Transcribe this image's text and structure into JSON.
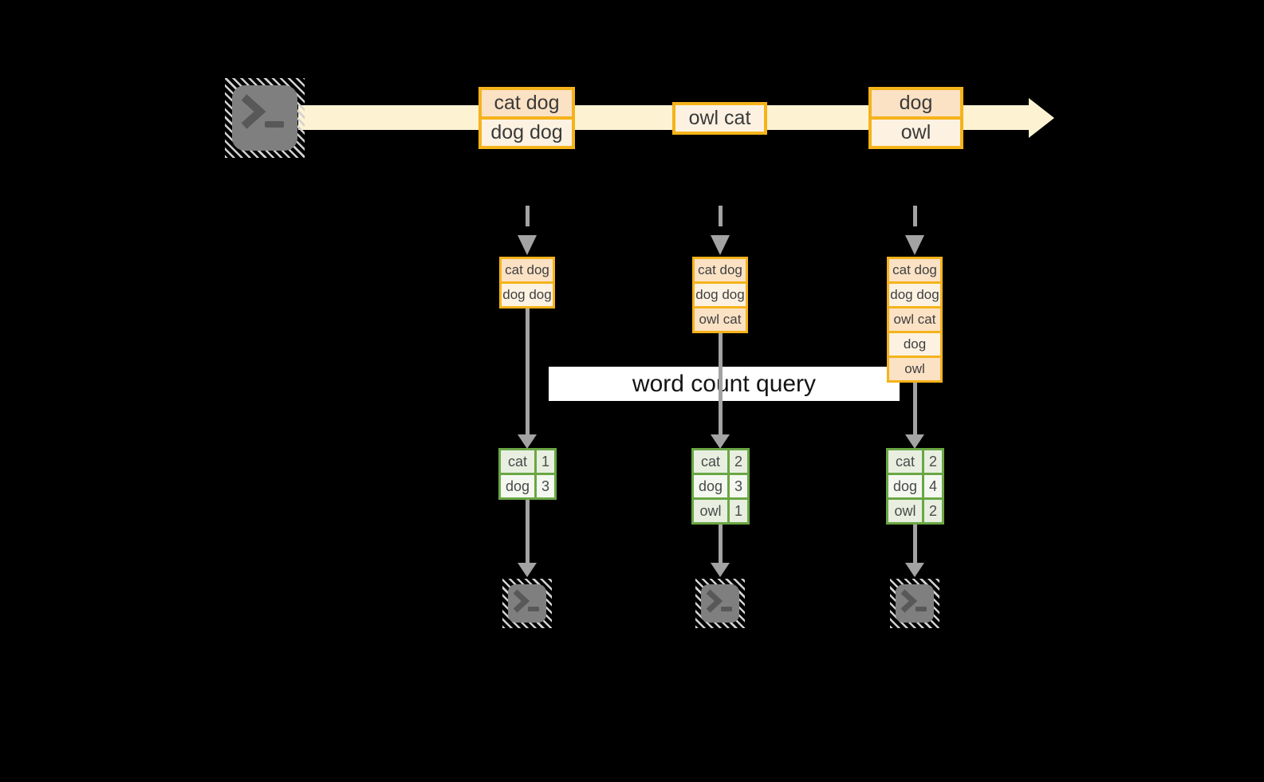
{
  "diagram": {
    "title_hint": "streaming word count",
    "background": "#000000",
    "query_band": {
      "label": "word count query",
      "bg": "#ffffff",
      "text_color": "#141414"
    },
    "palette": {
      "gold_border": "#f5b31a",
      "peach_fill": "#fbe2c5",
      "cream_fill": "#fdf2e2",
      "stream_fill": "#fdf3d2",
      "green_border": "#6aa744",
      "green_fill_a": "#e8efe0",
      "green_fill_b": "#f5f8f1",
      "arrow_gray": "#a3a3a3",
      "terminal_gray": "#7f7f7f",
      "text_dark": "#3f3f3f"
    },
    "stream": {
      "source_icon": "terminal-icon",
      "batches": [
        {
          "items": [
            {
              "text": "cat dog",
              "tone": "peach"
            },
            {
              "text": "dog dog",
              "tone": "cream"
            }
          ]
        },
        {
          "items": [
            {
              "text": "owl cat",
              "tone": "cream"
            }
          ]
        },
        {
          "items": [
            {
              "text": "dog",
              "tone": "peach"
            },
            {
              "text": "owl",
              "tone": "cream"
            }
          ]
        }
      ]
    },
    "columns": [
      {
        "state": [
          "cat dog",
          "dog dog"
        ],
        "counts": [
          {
            "word": "cat",
            "count": "1"
          },
          {
            "word": "dog",
            "count": "3"
          }
        ],
        "sink_icon": "terminal-icon"
      },
      {
        "state": [
          "cat dog",
          "dog dog",
          "owl cat"
        ],
        "counts": [
          {
            "word": "cat",
            "count": "2"
          },
          {
            "word": "dog",
            "count": "3"
          },
          {
            "word": "owl",
            "count": "1"
          }
        ],
        "sink_icon": "terminal-icon"
      },
      {
        "state": [
          "cat dog",
          "dog dog",
          "owl cat",
          "dog",
          "owl"
        ],
        "counts": [
          {
            "word": "cat",
            "count": "2"
          },
          {
            "word": "dog",
            "count": "4"
          },
          {
            "word": "owl",
            "count": "2"
          }
        ],
        "sink_icon": "terminal-icon"
      }
    ]
  }
}
